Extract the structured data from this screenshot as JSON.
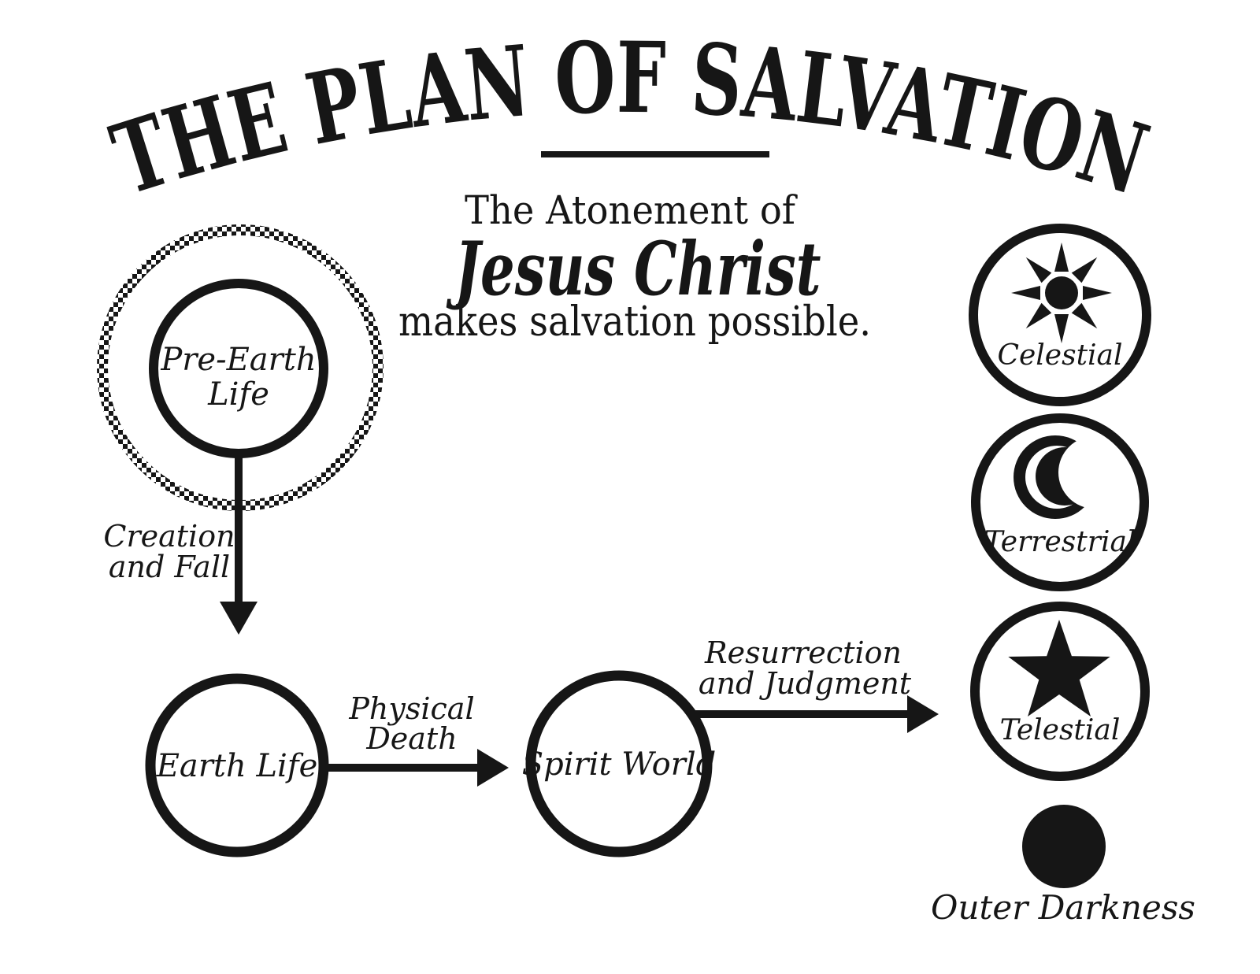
{
  "title": "THE PLAN OF SALVATION",
  "subtitle": {
    "line1": "The Atonement of",
    "line2": "Jesus Christ",
    "line3": "makes salvation possible."
  },
  "flow": {
    "nodes": [
      {
        "id": "pre-earth-life",
        "label_lines": [
          "Pre-Earth",
          "Life"
        ]
      },
      {
        "id": "earth-life",
        "label_lines": [
          "Earth Life"
        ]
      },
      {
        "id": "spirit-world",
        "label_lines": [
          "Spirit World"
        ]
      }
    ],
    "transitions": [
      {
        "id": "creation-and-fall",
        "label_lines": [
          "Creation",
          "and Fall"
        ]
      },
      {
        "id": "physical-death",
        "label_lines": [
          "Physical",
          "Death"
        ]
      },
      {
        "id": "resurrection-and-judgment",
        "label_lines": [
          "Resurrection",
          "and Judgment"
        ]
      }
    ]
  },
  "kingdoms": [
    {
      "id": "celestial",
      "label": "Celestial",
      "icon": "sun-icon"
    },
    {
      "id": "terrestrial",
      "label": "Terrestrial",
      "icon": "moon-icon"
    },
    {
      "id": "telestial",
      "label": "Telestial",
      "icon": "star-icon"
    },
    {
      "id": "outer-darkness",
      "label": "Outer Darkness",
      "icon": "filled-circle-icon"
    }
  ],
  "colors": {
    "ink": "#161616",
    "background": "#ffffff"
  }
}
